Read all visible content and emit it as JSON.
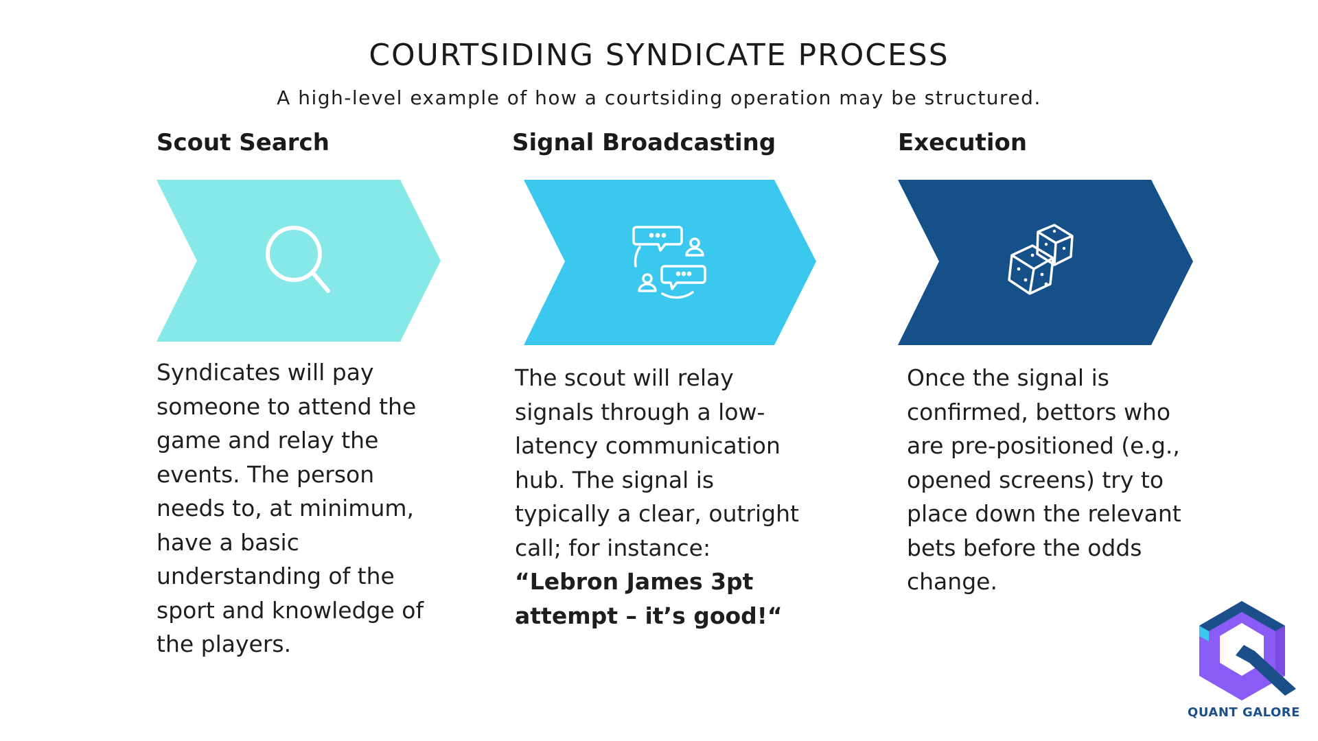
{
  "header": {
    "title": "COURTSIDING SYNDICATE PROCESS",
    "subtitle": "A high-level example of how a courtsiding operation may be structured."
  },
  "steps": [
    {
      "title": "Scout Search",
      "icon": "search-icon",
      "color": "#87e8e8",
      "body": "Syndicates will pay someone to attend the game and relay the events. The person needs to, at minimum, have a basic understanding of the sport and knowledge of the players."
    },
    {
      "title": "Signal Broadcasting",
      "icon": "chat-relay-icon",
      "color": "#3ac8ee",
      "body_prefix": "The scout will relay signals through a low-latency communication hub. The signal is typically a clear, outright call; for instance: ",
      "body_emphasis": "“Lebron James 3pt attempt – it’s good!“"
    },
    {
      "title": "Execution",
      "icon": "dice-icon",
      "color": "#155089",
      "body": "Once the signal is confirmed, bettors who are pre-positioned (e.g., opened screens) try to place down the relevant bets before the odds change."
    }
  ],
  "brand": {
    "name": "QUANT GALORE",
    "logo_icon": "quant-galore-logo-icon",
    "colors": [
      "#1a4f8a",
      "#3ac8ee",
      "#8a5cf6"
    ]
  }
}
